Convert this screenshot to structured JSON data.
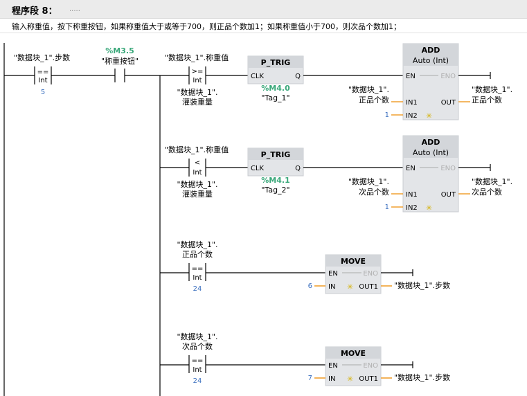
{
  "segment": {
    "title": "程序段 8：",
    "dots": "....."
  },
  "comment": "输入称重值，按下称重按钮，如果称重值大于或等于700，则正品个数加1；如果称重值小于700，则次品个数加1；",
  "network": {
    "contact1": {
      "operand": "\"数据块_1\".步数",
      "op": "==",
      "type": "Int",
      "compare": "5"
    },
    "contact2": {
      "address": "%M3.5",
      "operand": "\"称重按钮\""
    },
    "rung1": {
      "cmp": {
        "operand_top": "\"数据块_1\".称重值",
        "op": ">=",
        "type": "Int",
        "operand_bottom_1": "\"数据块_1\".",
        "operand_bottom_2": "灌装重量"
      },
      "ptrig": {
        "title": "P_TRIG",
        "clk": "CLK",
        "q": "Q",
        "address": "%M4.0",
        "tag": "\"Tag_1\""
      },
      "add": {
        "title": "ADD",
        "type": "Auto (Int)",
        "en": "EN",
        "eno": "ENO",
        "in1": "IN1",
        "in2": "IN2",
        "out": "OUT",
        "in1_op_1": "\"数据块_1\".",
        "in1_op_2": "正品个数",
        "in2_val": "1",
        "out_op_1": "\"数据块_1\".",
        "out_op_2": "正品个数"
      }
    },
    "rung2": {
      "cmp": {
        "operand_top": "\"数据块_1\".称重值",
        "op": "<",
        "type": "Int",
        "operand_bottom_1": "\"数据块_1\".",
        "operand_bottom_2": "灌装重量"
      },
      "ptrig": {
        "title": "P_TRIG",
        "clk": "CLK",
        "q": "Q",
        "address": "%M4.1",
        "tag": "\"Tag_2\""
      },
      "add": {
        "title": "ADD",
        "type": "Auto (Int)",
        "en": "EN",
        "eno": "ENO",
        "in1": "IN1",
        "in2": "IN2",
        "out": "OUT",
        "in1_op_1": "\"数据块_1\".",
        "in1_op_2": "次品个数",
        "in2_val": "1",
        "out_op_1": "\"数据块_1\".",
        "out_op_2": "次品个数"
      }
    },
    "rung3": {
      "cmp": {
        "operand_1": "\"数据块_1\".",
        "operand_2": "正品个数",
        "op": "==",
        "type": "Int",
        "compare": "24"
      },
      "move": {
        "title": "MOVE",
        "en": "EN",
        "eno": "ENO",
        "in": "IN",
        "out1": "OUT1",
        "in_val": "6",
        "out_op": "\"数据块_1\".步数"
      }
    },
    "rung4": {
      "cmp": {
        "operand_1": "\"数据块_1\".",
        "operand_2": "次品个数",
        "op": "==",
        "type": "Int",
        "compare": "24"
      },
      "move": {
        "title": "MOVE",
        "en": "EN",
        "eno": "ENO",
        "in": "IN",
        "out1": "OUT1",
        "in_val": "7",
        "out_op": "\"数据块_1\".步数"
      }
    }
  },
  "colors": {
    "address": "#3aa87a",
    "constant": "#3a6fbf",
    "pin_wire": "#f0a030",
    "box_fill": "#e3e5e8"
  }
}
